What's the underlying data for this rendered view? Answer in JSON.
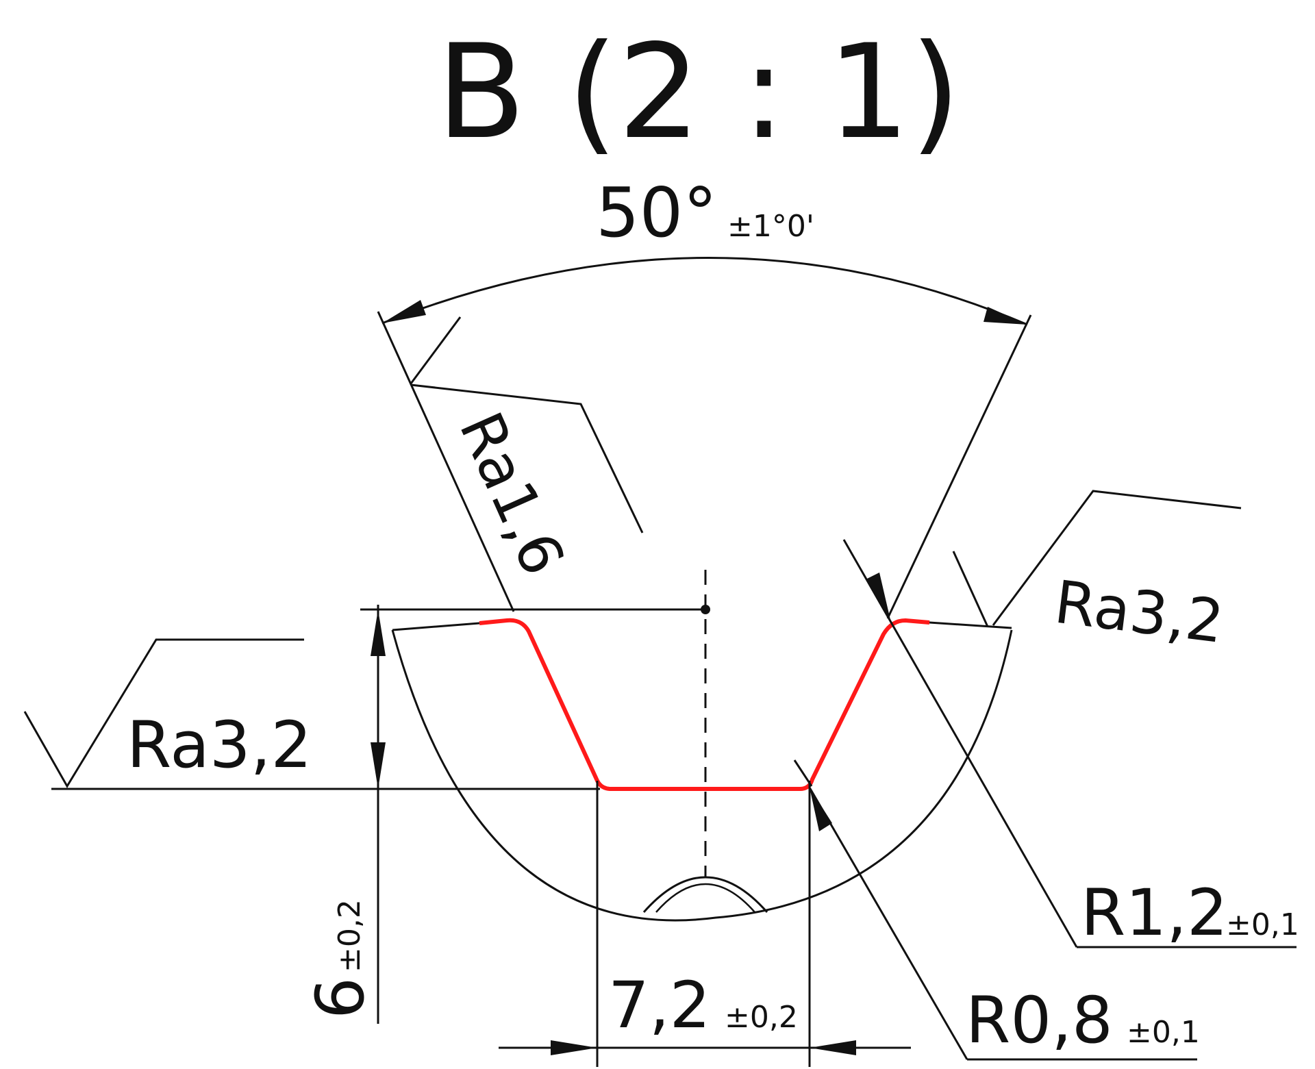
{
  "view": {
    "title": "B (2 : 1)"
  },
  "angle": {
    "value": "50°",
    "tolerance": "±1°0'"
  },
  "roughness": {
    "flank": "Ra1,6",
    "top": "Ra3,2",
    "general": "Ra3,2"
  },
  "radius_top": {
    "value": "R1,2",
    "tolerance": "±0,1"
  },
  "radius_bottom": {
    "value": "R0,8",
    "tolerance": "±0,1"
  },
  "depth": {
    "value": "6",
    "tolerance": "±0,2"
  },
  "width": {
    "value": "7,2",
    "tolerance": "±0,2"
  },
  "colors": {
    "profile": "#ff1a1a",
    "lines": "#111111"
  }
}
